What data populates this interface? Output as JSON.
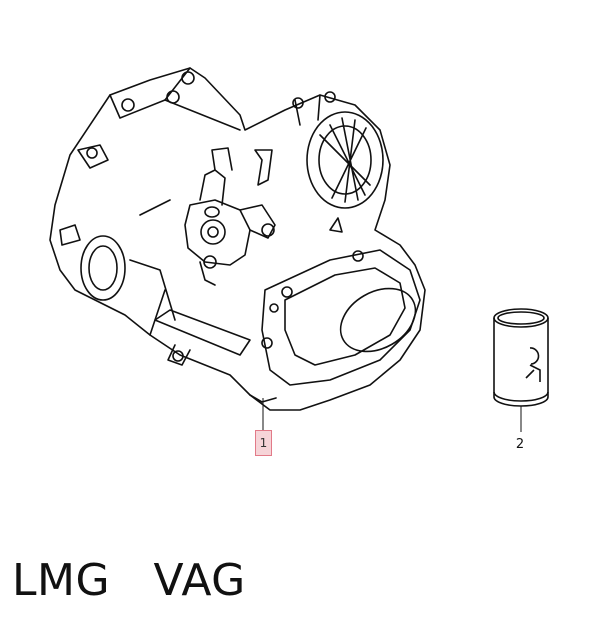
{
  "diagram": {
    "callouts": [
      {
        "id": "part-1",
        "label": "1"
      },
      {
        "id": "part-2",
        "label": "2"
      }
    ],
    "caption": "LMG   VAG"
  }
}
